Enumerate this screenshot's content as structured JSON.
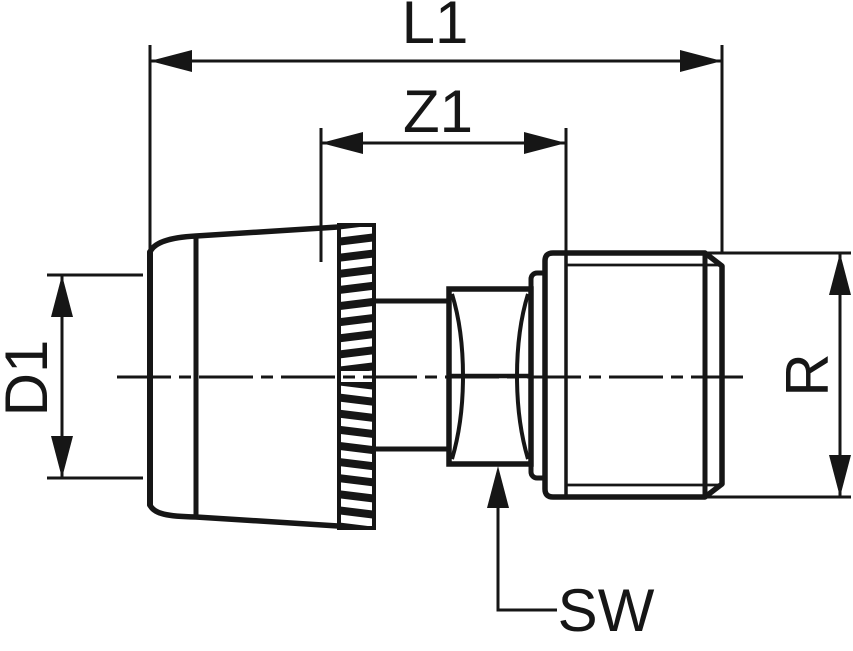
{
  "colors": {
    "line": "#161616",
    "background": "#ffffff"
  },
  "labels": {
    "l1": "L1",
    "z1": "Z1",
    "d1": "D1",
    "r": "R",
    "sw": "SW"
  }
}
